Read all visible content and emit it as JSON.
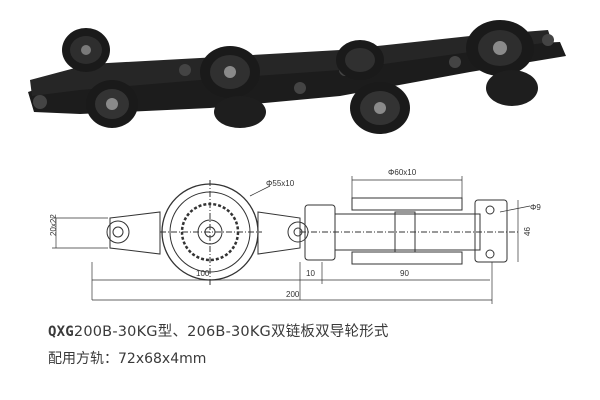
{
  "photo": {
    "subject": "double-plate-chain-with-guide-rollers",
    "colors": {
      "body": "#1c1c1c",
      "roller": "#2a2a2a",
      "highlight": "#8a8a8a"
    }
  },
  "drawing": {
    "dim_roller_diameter": "Φ55x10",
    "dim_guide_diameter": "Φ60x10",
    "dim_pin_diameter": "Φ9",
    "dim_left_height": "20x22",
    "dim_right_height": "46",
    "dim_pitch": "100",
    "dim_offset": "10",
    "dim_link": "90",
    "dim_total": "200",
    "line_color": "#333333"
  },
  "caption": {
    "model": "QXG",
    "title_rest": "200B-30KG型、206B-30KG双链板双导轮形式",
    "rail_label": "配用方轨：",
    "rail_value": "72x68x4mm"
  }
}
